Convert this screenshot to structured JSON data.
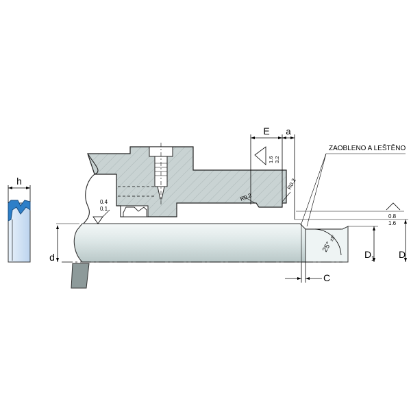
{
  "labels": {
    "h": "h",
    "E": "E",
    "a": "a",
    "note": "ZAOBLENO A LEŠTĚNO",
    "rough_top_1": "1.6",
    "rough_top_2": "3.2",
    "radius_left": "R0.2",
    "radius_right": "R0.2",
    "rough_rod_1": "0.4",
    "rough_rod_2": "0.1",
    "rough_bore_1": "0.8",
    "rough_bore_2": "1.6",
    "d": "d",
    "D1": "D",
    "D1_sub": "1",
    "D": "D",
    "C": "C",
    "angle": "25°",
    "angle_tol": "±5'"
  },
  "colors": {
    "housing_fill": "#c9d3d3",
    "rod_light": "#eef4f4",
    "rod_mid": "#c9d6d6",
    "seal_blue": "#2e7fc8",
    "seal_light": "#dbe9f6"
  }
}
